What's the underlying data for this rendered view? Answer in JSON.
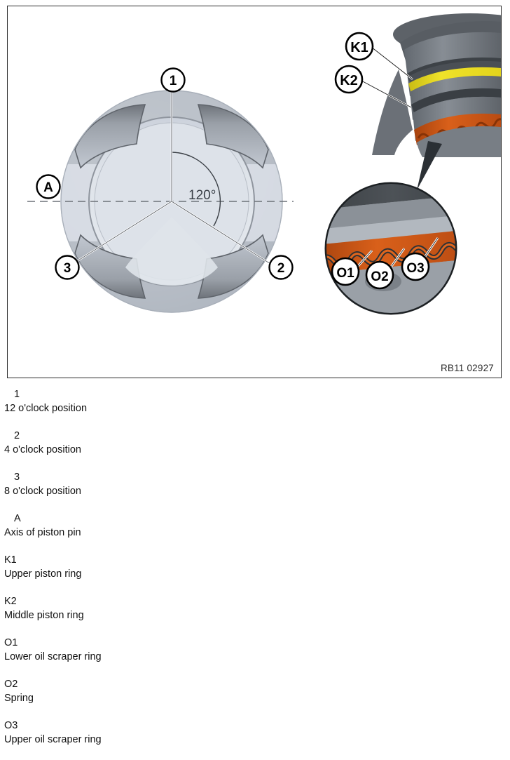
{
  "figure": {
    "reference_code": "RB11 02927",
    "angle_label": "120°",
    "callouts": {
      "crown": [
        {
          "id": "1",
          "label": "1"
        },
        {
          "id": "2",
          "label": "2"
        },
        {
          "id": "3",
          "label": "3"
        },
        {
          "id": "A",
          "label": "A"
        }
      ],
      "section": [
        {
          "id": "K1",
          "label": "K1"
        },
        {
          "id": "K2",
          "label": "K2"
        }
      ],
      "detail": [
        {
          "id": "O1",
          "label": "O1"
        },
        {
          "id": "O2",
          "label": "O2"
        },
        {
          "id": "O3",
          "label": "O3"
        }
      ]
    },
    "colors": {
      "crown_light": "#dfe3ea",
      "crown_mid": "#c9ced8",
      "crown_band": "#a9b0ba",
      "crown_outline": "#9aa1ab",
      "piston_dark": "#4a4f54",
      "piston_mid": "#6f757b",
      "piston_light": "#9aa0a6",
      "ring_yellow": "#e8d91a",
      "ring_orange": "#cf5a16",
      "callout_stroke": "#000000",
      "frame_border": "#2b2b2b"
    }
  },
  "legend": {
    "entries": [
      {
        "key": "1",
        "desc": "12 o'clock position",
        "indent": true
      },
      {
        "key": "2",
        "desc": "4 o'clock position",
        "indent": true
      },
      {
        "key": "3",
        "desc": "8 o'clock position",
        "indent": true
      },
      {
        "key": "A",
        "desc": "Axis of piston pin",
        "indent": true
      },
      {
        "key": "K1",
        "desc": "Upper piston ring",
        "indent": false
      },
      {
        "key": "K2",
        "desc": "Middle piston ring",
        "indent": false
      },
      {
        "key": "O1",
        "desc": "Lower oil scraper ring",
        "indent": false
      },
      {
        "key": "O2",
        "desc": "Spring",
        "indent": false
      },
      {
        "key": "O3",
        "desc": "Upper oil scraper ring",
        "indent": false
      }
    ]
  }
}
